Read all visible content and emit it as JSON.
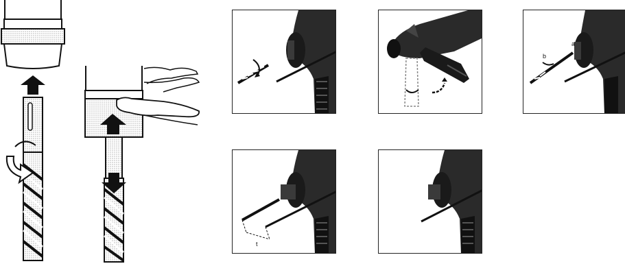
{
  "colors": {
    "ink": "#111111",
    "housing": "#2a2a2a",
    "stipple": "#bdbdbd",
    "paper": "#ffffff"
  },
  "icons": [
    "up-arrow-icon",
    "down-arrow-icon",
    "rotate-arrow-icon",
    "curved-arrow-icon"
  ],
  "panels": {
    "panel_3": {
      "labels": {
        "b": "b",
        "a": "a"
      }
    },
    "panel_4": {
      "labels": {
        "t": "t"
      }
    }
  }
}
